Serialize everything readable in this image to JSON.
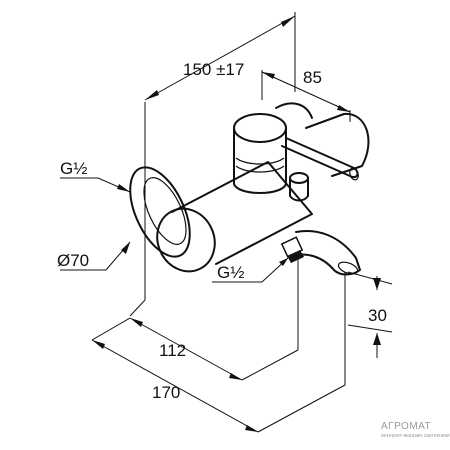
{
  "drawing": {
    "dimensions": {
      "top_width": "150 ±17",
      "lever_reach": "85",
      "connection_left": "G½",
      "flange_diameter": "Ø70",
      "connection_bottom": "G½",
      "spout_height": "30",
      "depth_inner": "112",
      "depth_outer": "170"
    },
    "watermark": {
      "brand": "АГРОМАТ",
      "tagline": "интернет-магазин сантехники"
    }
  }
}
